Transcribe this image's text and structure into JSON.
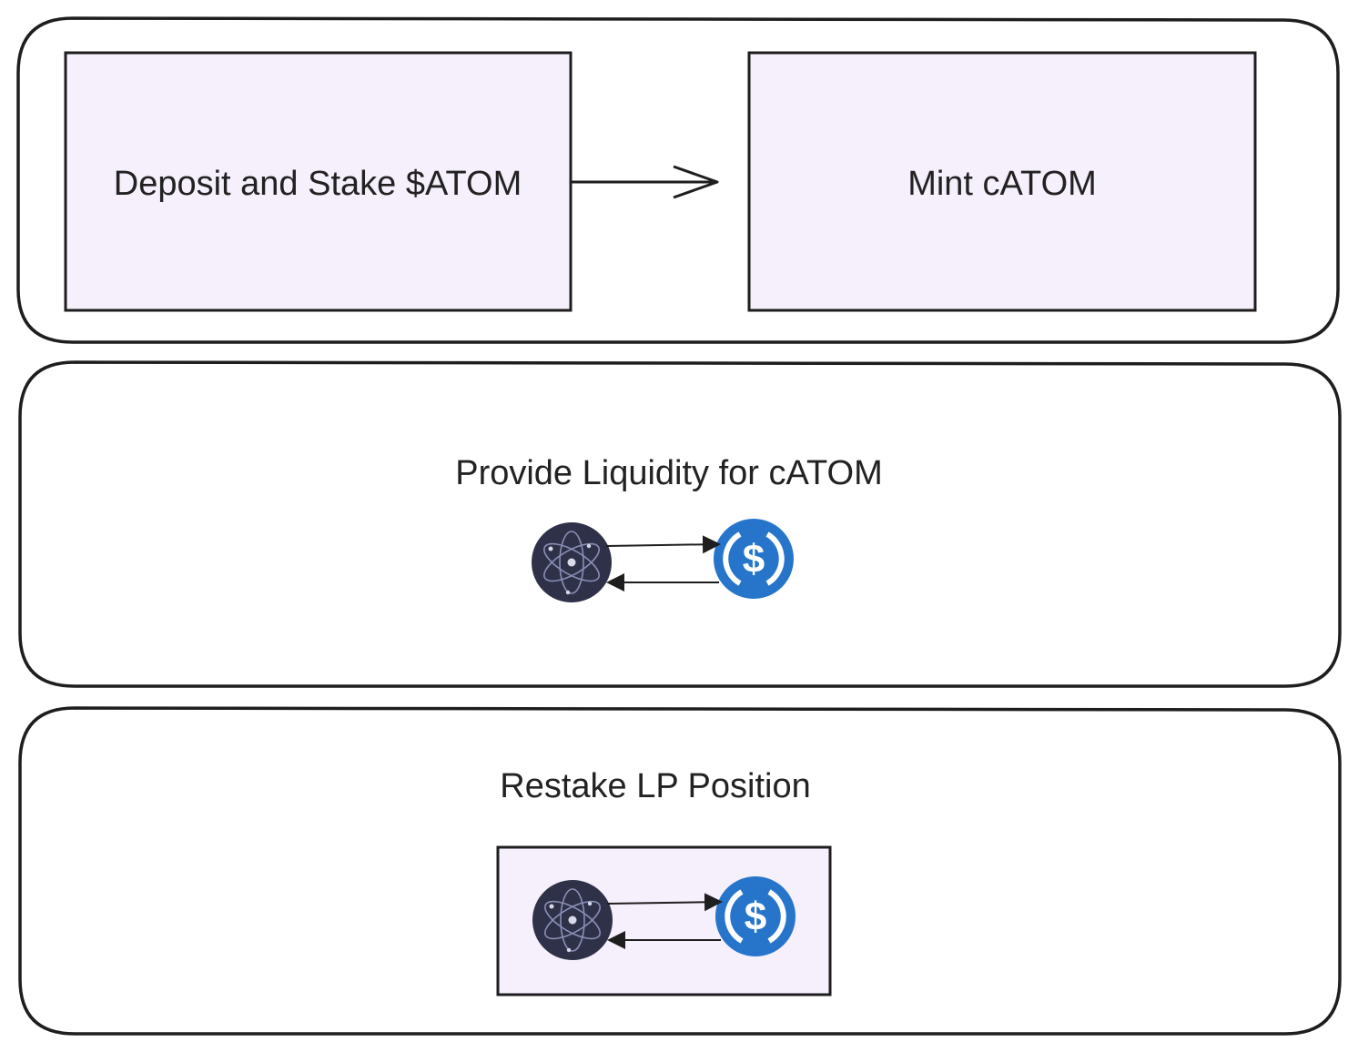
{
  "colors": {
    "node_fill": "#f6effc",
    "stroke": "#1e1e1e",
    "atom_icon_bg": "#2e3148",
    "usdc_icon_bg": "#2775ca",
    "background": "#ffffff"
  },
  "step1": {
    "source_label": "Deposit and Stake $ATOM",
    "target_label": "Mint cATOM"
  },
  "step2": {
    "title": "Provide Liquidity for cATOM",
    "icons": [
      "cosmos-atom-icon",
      "usdc-icon"
    ]
  },
  "step3": {
    "title": "Restake LP Position",
    "icons": [
      "cosmos-atom-icon",
      "usdc-icon"
    ]
  }
}
